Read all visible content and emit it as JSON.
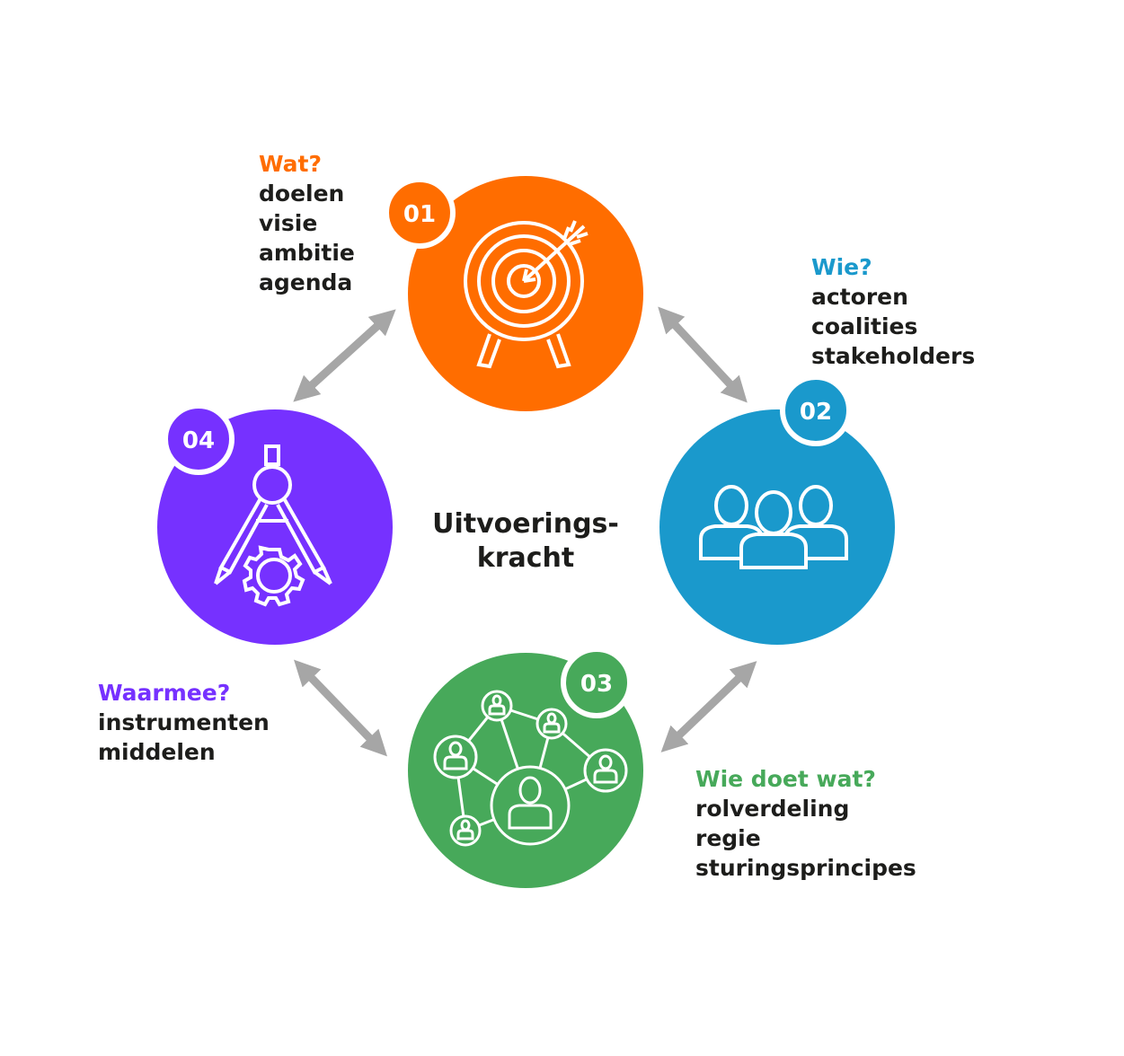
{
  "center": {
    "line1": "Uitvoerings-",
    "line2": "kracht"
  },
  "colors": {
    "orange": "#ff6d00",
    "blue": "#1a99cc",
    "green": "#47a95a",
    "purple": "#7631ff",
    "arrow": "#a6a6a6",
    "text": "#1d1d1b"
  },
  "nodes": [
    {
      "number": "01",
      "icon": "target-arrow-icon",
      "question": "Wat?",
      "items": [
        "doelen",
        "visie",
        "ambitie",
        "agenda"
      ]
    },
    {
      "number": "02",
      "icon": "people-group-icon",
      "question": "Wie?",
      "items": [
        "actoren",
        "coalities",
        "stakeholders"
      ]
    },
    {
      "number": "03",
      "icon": "network-people-icon",
      "question": "Wie doet wat?",
      "items": [
        "rolverdeling",
        "regie",
        "sturingsprincipes"
      ]
    },
    {
      "number": "04",
      "icon": "compass-gear-icon",
      "question": "Waarmee?",
      "items": [
        "instrumenten",
        "middelen"
      ]
    }
  ]
}
